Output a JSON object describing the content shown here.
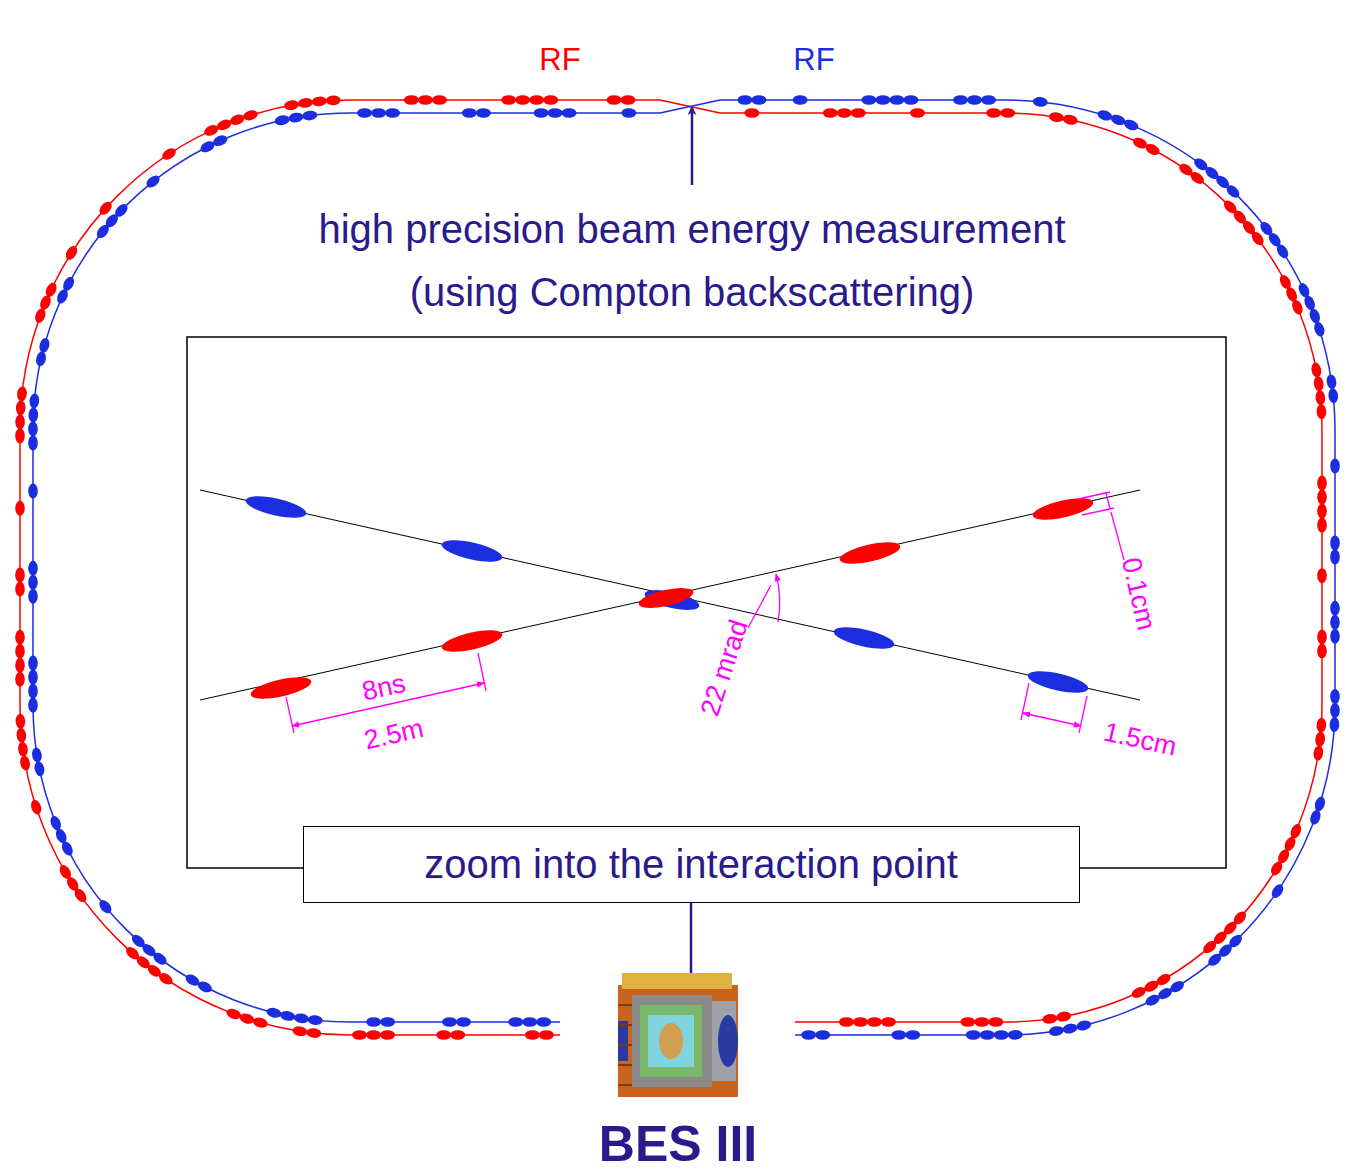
{
  "diagram": {
    "nodes": [
      {
        "text": [
          "zoom into the interaction point"
        ]
      },
      {
        "text": [
          "BES III"
        ]
      }
    ],
    "edges": [
      {
        "from": 0,
        "to": 1,
        "arrow": "to"
      }
    ],
    "labels": [
      "RF",
      "RF",
      "high precision beam energy measurement",
      "(using Compton backscattering)",
      "8ns",
      "2.5m",
      "22 mrad",
      "0.1cm",
      "1.5cm"
    ]
  }
}
